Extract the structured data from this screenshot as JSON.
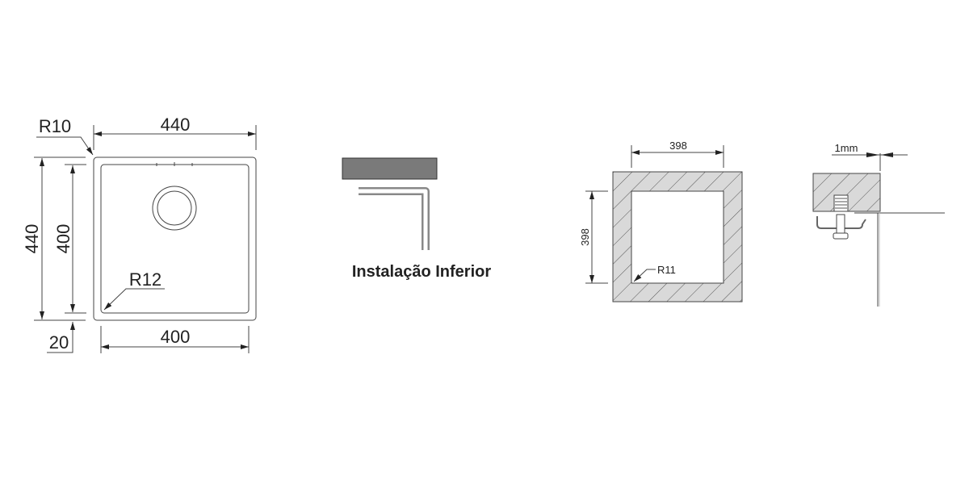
{
  "top_view": {
    "outer_width": "440",
    "outer_height": "440",
    "inner_height": "400",
    "inner_width": "400",
    "flange": "20",
    "outer_radius": "R10",
    "inner_radius": "R12"
  },
  "installation": {
    "label": "Instalação Inferior"
  },
  "cutout": {
    "width": "398",
    "height": "398",
    "radius": "R11"
  },
  "detail": {
    "gap": "1mm"
  },
  "colors": {
    "line": "#444444",
    "hatch_fill": "#d9d9d9",
    "countertop": "#7a7a7a"
  }
}
